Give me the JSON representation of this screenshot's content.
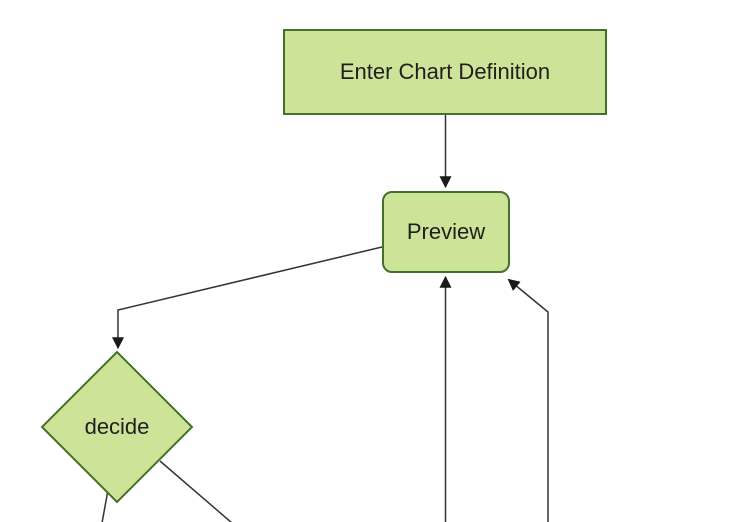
{
  "diagram": {
    "type": "flowchart",
    "colors": {
      "background": "#ffffff",
      "node_fill": "#cde498",
      "node_border": "#44702a",
      "edge": "#333333",
      "arrowhead": "#1a1a1a",
      "label": "#1f1f1f"
    },
    "nodes": [
      {
        "id": "enter-chart-definition",
        "label": "Enter Chart Definition",
        "shape": "rectangle"
      },
      {
        "id": "preview",
        "label": "Preview",
        "shape": "rounded-rectangle"
      },
      {
        "id": "decide",
        "label": "decide",
        "shape": "diamond"
      }
    ],
    "edges": [
      {
        "from": "enter-chart-definition",
        "to": "preview",
        "arrow": true
      },
      {
        "from": "preview",
        "to": "decide",
        "arrow": true
      },
      {
        "from": "offscreen-bottom-center",
        "to": "preview",
        "arrow": true
      },
      {
        "from": "offscreen-bottom-right",
        "to": "preview",
        "arrow": true
      },
      {
        "from": "decide",
        "to": "offscreen-bottom-left",
        "arrow": false
      },
      {
        "from": "decide",
        "to": "offscreen-bottom-right",
        "arrow": false
      }
    ]
  }
}
